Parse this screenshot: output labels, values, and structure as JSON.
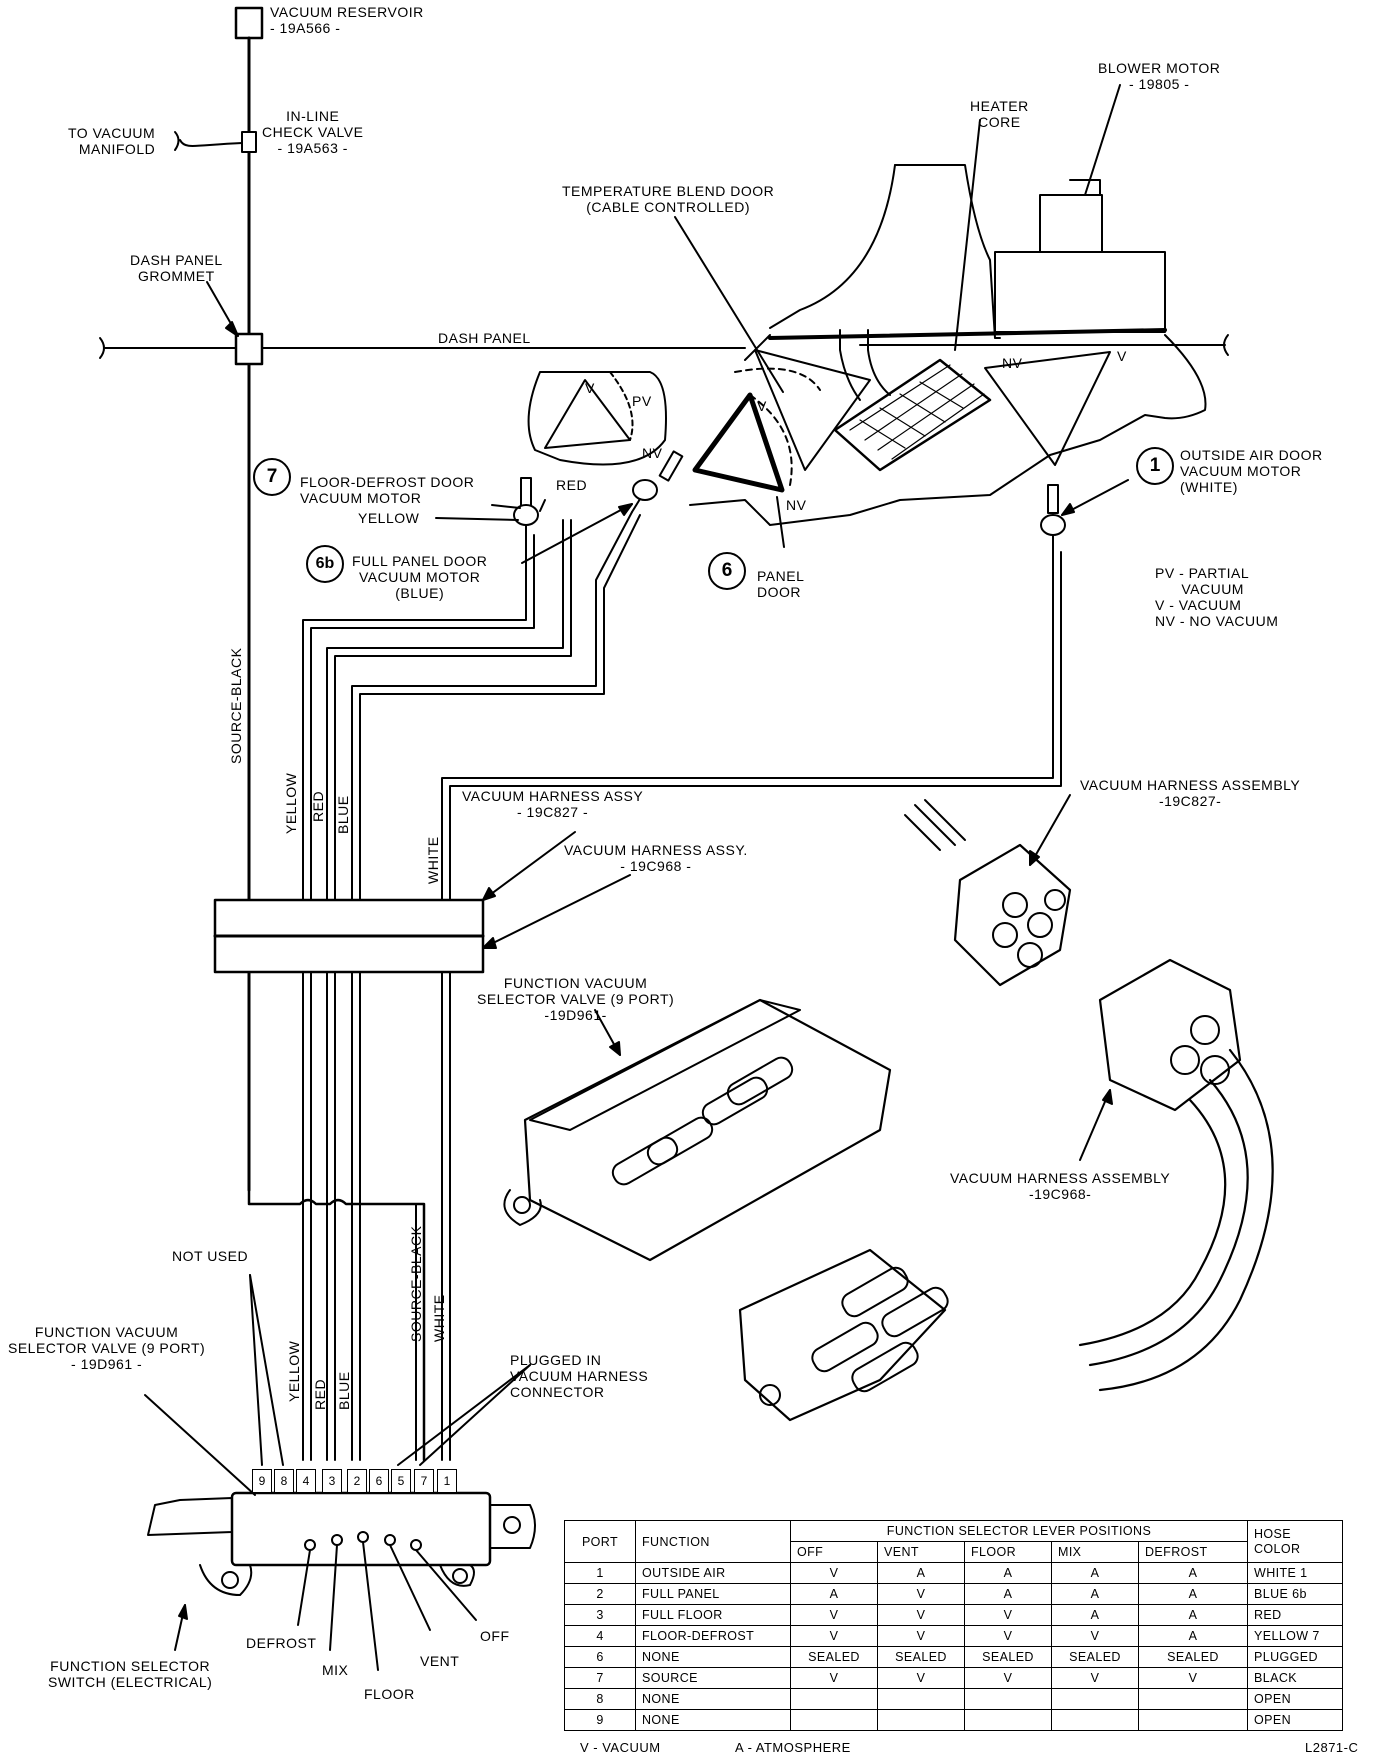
{
  "labels": {
    "vacuum_reservoir": "VACUUM RESERVOIR\n- 19A566 -",
    "to_vacuum_manifold": "TO VACUUM\nMANIFOLD",
    "check_valve": "IN-LINE\nCHECK VALVE\n- 19A563 -",
    "dash_panel_grommet": "DASH PANEL\nGROMMET",
    "dash_panel": "DASH PANEL",
    "blower_motor": "BLOWER MOTOR\n- 19805 -",
    "heater_core": "HEATER\nCORE",
    "temp_blend_door": "TEMPERATURE BLEND DOOR\n(CABLE CONTROLLED)",
    "floor_defrost_motor": "FLOOR-DEFROST DOOR\nVACUUM MOTOR",
    "red": "RED",
    "yellow": "YELLOW",
    "full_panel_motor": "FULL PANEL DOOR\nVACUUM MOTOR\n(BLUE)",
    "panel_door": "PANEL\nDOOR",
    "outside_air_motor": "OUTSIDE AIR DOOR\nVACUUM MOTOR\n(WHITE)",
    "legend": "PV - PARTIAL\n      VACUUM\nV - VACUUM\nNV - NO VACUUM",
    "pv": "PV",
    "v": "V",
    "nv": "NV",
    "source_black": "SOURCE-BLACK",
    "hose_yellow": "YELLOW",
    "hose_red": "RED",
    "hose_blue": "BLUE",
    "hose_white": "WHITE",
    "harness_19c827": "VACUUM HARNESS ASSY\n- 19C827 -",
    "harness_19c968": "VACUUM HARNESS ASSY.\n- 19C968 -",
    "harness_assembly_19c827": "VACUUM HARNESS ASSEMBLY\n-19C827-",
    "selector_valve_upper": "FUNCTION VACUUM\nSELECTOR VALVE (9 PORT)\n-19D961-",
    "harness_assembly_19c968": "VACUUM HARNESS ASSEMBLY\n-19C968-",
    "not_used": "NOT USED",
    "selector_valve_lower": "FUNCTION VACUUM\nSELECTOR VALVE (9 PORT)\n- 19D961 -",
    "plugged": "PLUGGED IN\nVACUUM HARNESS\nCONNECTOR",
    "source_black_lower": "SOURCE-BLACK",
    "white_lower": "WHITE",
    "yellow_lower": "YELLOW",
    "red_lower": "RED",
    "blue_lower": "BLUE",
    "defrost": "DEFROST",
    "mix": "MIX",
    "floor": "FLOOR",
    "vent": "VENT",
    "off": "OFF",
    "selector_switch": "FUNCTION SELECTOR\nSWITCH (ELECTRICAL)"
  },
  "callouts": {
    "c7": "7",
    "c6b": "6b",
    "c6": "6",
    "c1": "1"
  },
  "ports": [
    "9",
    "8",
    "4",
    "3",
    "2",
    "6",
    "5",
    "7",
    "1"
  ],
  "table": {
    "group_header": "FUNCTION SELECTOR LEVER POSITIONS",
    "headers": [
      "PORT",
      "FUNCTION",
      "OFF",
      "VENT",
      "FLOOR",
      "MIX",
      "DEFROST",
      "HOSE\nCOLOR"
    ],
    "rows": [
      [
        "1",
        "OUTSIDE AIR",
        "V",
        "A",
        "A",
        "A",
        "A",
        "WHITE 1"
      ],
      [
        "2",
        "FULL PANEL",
        "A",
        "V",
        "A",
        "A",
        "A",
        "BLUE 6b"
      ],
      [
        "3",
        "FULL FLOOR",
        "V",
        "V",
        "V",
        "A",
        "A",
        "RED"
      ],
      [
        "4",
        "FLOOR-DEFROST",
        "V",
        "V",
        "V",
        "V",
        "A",
        "YELLOW 7"
      ],
      [
        "6",
        "NONE",
        "SEALED",
        "SEALED",
        "SEALED",
        "SEALED",
        "SEALED",
        "PLUGGED"
      ],
      [
        "7",
        "SOURCE",
        "V",
        "V",
        "V",
        "V",
        "V",
        "BLACK"
      ],
      [
        "8",
        "NONE",
        "",
        "",
        "",
        "",
        "",
        "OPEN"
      ],
      [
        "9",
        "NONE",
        "",
        "",
        "",
        "",
        "",
        "OPEN"
      ]
    ]
  },
  "footer": {
    "v_note": "V - VACUUM",
    "a_note": "A - ATMOSPHERE",
    "figure_id": "L2871-C"
  }
}
